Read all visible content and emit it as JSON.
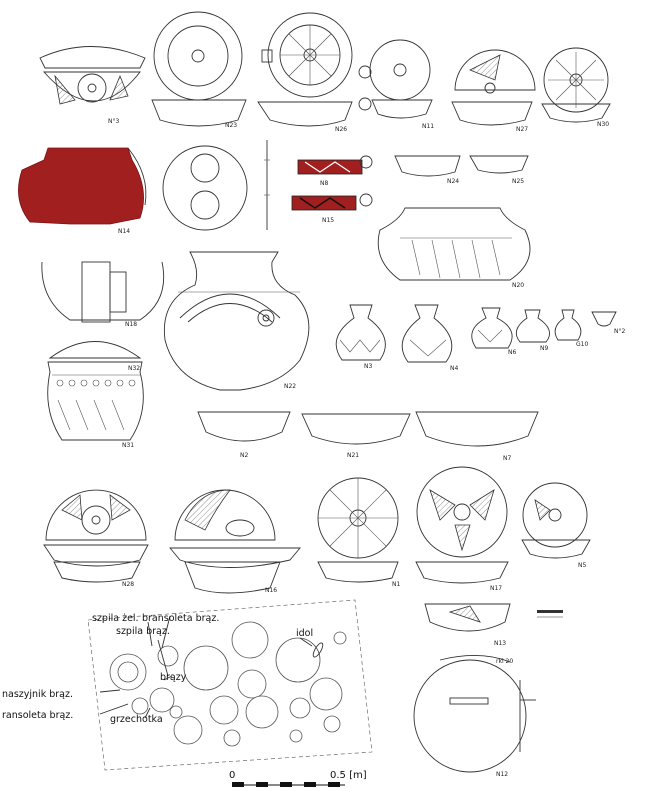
{
  "plate": {
    "colors": {
      "red_fill": "#a11f1f",
      "line": "#333333",
      "background": "#ffffff"
    },
    "vessel_labels": [
      {
        "id": "v1",
        "text": "N°3"
      },
      {
        "id": "v2",
        "text": "N23"
      },
      {
        "id": "v3",
        "text": "N26"
      },
      {
        "id": "v4",
        "text": "N11"
      },
      {
        "id": "v5",
        "text": "N27"
      },
      {
        "id": "v6",
        "text": "N30"
      },
      {
        "id": "v7",
        "text": "N14"
      },
      {
        "id": "v8",
        "text": "N8"
      },
      {
        "id": "v9",
        "text": "N15"
      },
      {
        "id": "v10",
        "text": "N24"
      },
      {
        "id": "v11",
        "text": "N25"
      },
      {
        "id": "v12",
        "text": "N20"
      },
      {
        "id": "v13",
        "text": "N18"
      },
      {
        "id": "v14",
        "text": "N22"
      },
      {
        "id": "v15",
        "text": "N3"
      },
      {
        "id": "v16",
        "text": "N4"
      },
      {
        "id": "v17",
        "text": "N6"
      },
      {
        "id": "v18",
        "text": "N9"
      },
      {
        "id": "v19",
        "text": "G10"
      },
      {
        "id": "v20",
        "text": "N°2"
      },
      {
        "id": "v21",
        "text": "N32"
      },
      {
        "id": "v22",
        "text": "N31"
      },
      {
        "id": "v23",
        "text": "N2"
      },
      {
        "id": "v24",
        "text": "N21"
      },
      {
        "id": "v25",
        "text": "N7"
      },
      {
        "id": "v26",
        "text": "N28"
      },
      {
        "id": "v27",
        "text": "N16"
      },
      {
        "id": "v28",
        "text": "N1"
      },
      {
        "id": "v29",
        "text": "N17"
      },
      {
        "id": "v30",
        "text": "N5"
      },
      {
        "id": "v31",
        "text": "N13"
      },
      {
        "id": "v32",
        "text": "N12"
      },
      {
        "id": "v33",
        "text": "rkl 20"
      }
    ],
    "plan_annotations": {
      "szpila_zel": "szpila żel.",
      "bransoleta_top": "bransoleta brąz.",
      "szpila_brz": "szpila brąz.",
      "brazy": "brązy",
      "idol": "idol",
      "naszyjnik": "naszyjnik brąz.",
      "bransoleta_left": "ransoleta brąz.",
      "grzechotka": "grzechotka"
    },
    "scale_bar": {
      "start": "0",
      "end": "0.5 [m]"
    }
  }
}
